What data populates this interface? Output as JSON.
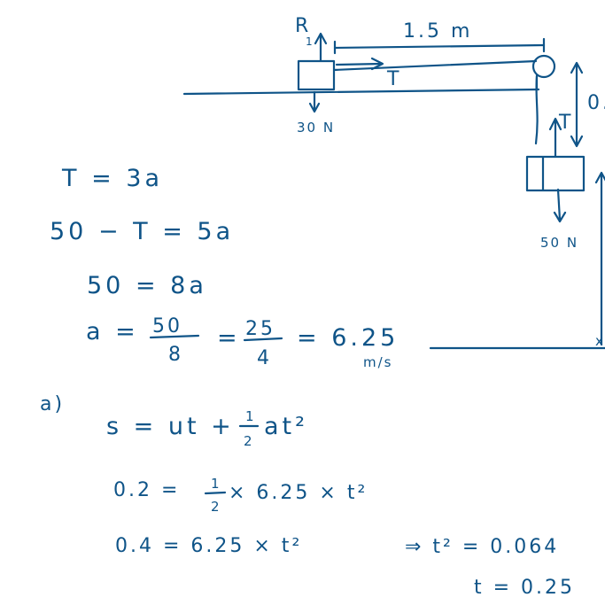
{
  "diagram": {
    "label_R": "R",
    "label_distance": "1.5 m",
    "label_T_horizontal": "T",
    "label_T_vertical": "T",
    "label_weight_table": "30 N",
    "label_weight_hanging": "50 N",
    "label_height_cut": "0.",
    "label_bottom_tick": "x"
  },
  "equations": {
    "eq1": "T = 3a",
    "eq2": "50 − T = 5a",
    "eq3": "50 = 8a",
    "eq4_lhs": "a =",
    "eq4_frac1_num": "50",
    "eq4_frac1_den": "8",
    "eq4_eq2": "=",
    "eq4_frac2_num": "25",
    "eq4_frac2_den": "4",
    "eq4_result": "= 6.25",
    "eq4_unit": "m/s",
    "part_label": "a)",
    "suvat_lhs": "s = ut +",
    "suvat_frac_num": "1",
    "suvat_frac_den": "2",
    "suvat_tail": "at²",
    "line2_lhs": "0.2 =",
    "line2_frac_num": "1",
    "line2_frac_den": "2",
    "line2_tail": "× 6.25 × t²",
    "line3": "0.4 = 6.25 × t²",
    "line3_implies": "⇒ t² = 0.064",
    "line4": "t = 0.25"
  }
}
